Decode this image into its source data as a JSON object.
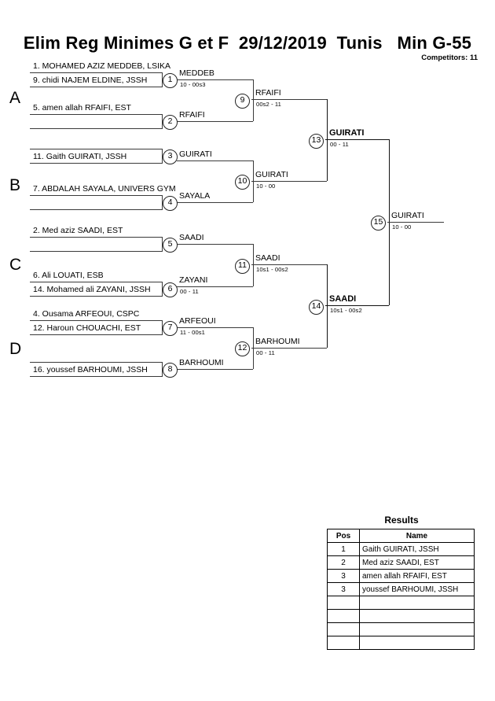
{
  "header": {
    "title": "Elim Reg Minimes G et F  29/12/2019  Tunis   Min G-55",
    "competitors": "Competitors: 11"
  },
  "groups": [
    {
      "label": "A"
    },
    {
      "label": "B"
    },
    {
      "label": "C"
    },
    {
      "label": "D"
    }
  ],
  "entrants": [
    {
      "id": "e1",
      "label": "1. MOHAMED AZIZ MEDDEB, LSIKA"
    },
    {
      "id": "e2",
      "label": "9. chidi NAJEM ELDINE, JSSH"
    },
    {
      "id": "e3",
      "label": "5. amen allah RFAIFI, EST"
    },
    {
      "id": "e4",
      "label": ""
    },
    {
      "id": "e5",
      "label": ""
    },
    {
      "id": "e6",
      "label": "11. Gaith GUIRATI, JSSH"
    },
    {
      "id": "e7",
      "label": "7. ABDALAH SAYALA, UNIVERS GYM"
    },
    {
      "id": "e8",
      "label": ""
    },
    {
      "id": "e9",
      "label": "2. Med aziz SAADI, EST"
    },
    {
      "id": "e10",
      "label": ""
    },
    {
      "id": "e11",
      "label": "6. Ali LOUATI, ESB"
    },
    {
      "id": "e12",
      "label": "14. Mohamed ali ZAYANI, JSSH"
    },
    {
      "id": "e13",
      "label": "4. Ousama ARFEOUI, CSPC"
    },
    {
      "id": "e14",
      "label": "12. Haroun CHOUACHI, EST"
    },
    {
      "id": "e15",
      "label": ""
    },
    {
      "id": "e16",
      "label": "16. youssef BARHOUMI, JSSH"
    }
  ],
  "matches": [
    {
      "no": "1",
      "winner": "MEDDEB",
      "score": "10 - 00s3",
      "bold": false
    },
    {
      "no": "2",
      "winner": "RFAIFI",
      "score": "",
      "bold": false
    },
    {
      "no": "3",
      "winner": "GUIRATI",
      "score": "",
      "bold": false
    },
    {
      "no": "4",
      "winner": "SAYALA",
      "score": "",
      "bold": false
    },
    {
      "no": "5",
      "winner": "SAADI",
      "score": "",
      "bold": false
    },
    {
      "no": "6",
      "winner": "ZAYANI",
      "score": "00 - 11",
      "bold": false
    },
    {
      "no": "7",
      "winner": "ARFEOUI",
      "score": "11 - 00s1",
      "bold": false
    },
    {
      "no": "8",
      "winner": "BARHOUMI",
      "score": "",
      "bold": false
    },
    {
      "no": "9",
      "winner": "RFAIFI",
      "score": "00s2 - 11",
      "bold": false
    },
    {
      "no": "10",
      "winner": "GUIRATI",
      "score": "10 - 00",
      "bold": false
    },
    {
      "no": "11",
      "winner": "SAADI",
      "score": "10s1 - 00s2",
      "bold": false
    },
    {
      "no": "12",
      "winner": "BARHOUMI",
      "score": "00 - 11",
      "bold": false
    },
    {
      "no": "13",
      "winner": "GUIRATI",
      "score": "00 - 11",
      "bold": true
    },
    {
      "no": "14",
      "winner": "SAADI",
      "score": "10s1 - 00s2",
      "bold": true
    },
    {
      "no": "15",
      "winner": "GUIRATI",
      "score": "10 - 00",
      "bold": false
    }
  ],
  "results": {
    "title": "Results",
    "columns": [
      "Pos",
      "Name"
    ],
    "rows": [
      {
        "pos": "1",
        "name": "Gaith GUIRATI, JSSH"
      },
      {
        "pos": "2",
        "name": "Med aziz SAADI, EST"
      },
      {
        "pos": "3",
        "name": "amen allah RFAIFI, EST"
      },
      {
        "pos": "3",
        "name": "youssef BARHOUMI, JSSH"
      },
      {
        "pos": "",
        "name": ""
      },
      {
        "pos": "",
        "name": ""
      },
      {
        "pos": "",
        "name": ""
      },
      {
        "pos": "",
        "name": ""
      }
    ]
  }
}
